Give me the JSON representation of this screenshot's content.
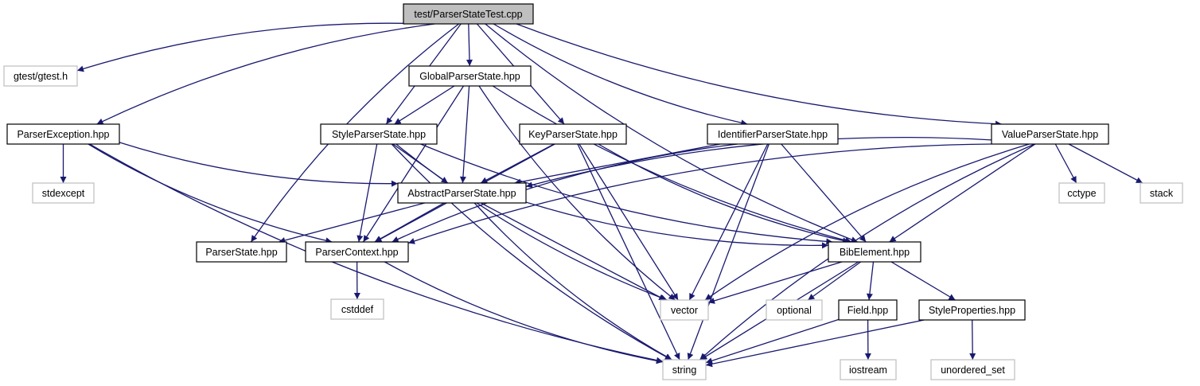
{
  "colors": {
    "edge": "#191970",
    "root_fill": "#bfbfbf",
    "local_border": "#000000",
    "system_border": "#bfbfbf",
    "system_text": "#404040"
  },
  "nodes": [
    {
      "id": "root",
      "label": "test/ParserStateTest.cpp",
      "kind": "root"
    },
    {
      "id": "gtest",
      "label": "gtest/gtest.h",
      "kind": "system"
    },
    {
      "id": "global",
      "label": "GlobalParserState.hpp",
      "kind": "local"
    },
    {
      "id": "pexc",
      "label": "ParserException.hpp",
      "kind": "local"
    },
    {
      "id": "style",
      "label": "StyleParserState.hpp",
      "kind": "local"
    },
    {
      "id": "key",
      "label": "KeyParserState.hpp",
      "kind": "local"
    },
    {
      "id": "ident",
      "label": "IdentifierParserState.hpp",
      "kind": "local"
    },
    {
      "id": "value",
      "label": "ValueParserState.hpp",
      "kind": "local"
    },
    {
      "id": "stdexcept",
      "label": "stdexcept",
      "kind": "system"
    },
    {
      "id": "abstract",
      "label": "AbstractParserState.hpp",
      "kind": "local"
    },
    {
      "id": "cctype",
      "label": "cctype",
      "kind": "system"
    },
    {
      "id": "stack",
      "label": "stack",
      "kind": "system"
    },
    {
      "id": "pstate",
      "label": "ParserState.hpp",
      "kind": "local"
    },
    {
      "id": "pctx",
      "label": "ParserContext.hpp",
      "kind": "local"
    },
    {
      "id": "bib",
      "label": "BibElement.hpp",
      "kind": "local"
    },
    {
      "id": "cstddef",
      "label": "cstddef",
      "kind": "system"
    },
    {
      "id": "vector",
      "label": "vector",
      "kind": "system"
    },
    {
      "id": "optional",
      "label": "optional",
      "kind": "system"
    },
    {
      "id": "field",
      "label": "Field.hpp",
      "kind": "local"
    },
    {
      "id": "styleprops",
      "label": "StyleProperties.hpp",
      "kind": "local"
    },
    {
      "id": "string",
      "label": "string",
      "kind": "system"
    },
    {
      "id": "iostream",
      "label": "iostream",
      "kind": "system"
    },
    {
      "id": "unordered_set",
      "label": "unordered_set",
      "kind": "system"
    }
  ],
  "edges": [
    [
      "root",
      "gtest"
    ],
    [
      "root",
      "pexc"
    ],
    [
      "root",
      "global"
    ],
    [
      "root",
      "style"
    ],
    [
      "root",
      "pstate"
    ],
    [
      "root",
      "key"
    ],
    [
      "root",
      "ident"
    ],
    [
      "root",
      "value"
    ],
    [
      "root",
      "bib"
    ],
    [
      "global",
      "style"
    ],
    [
      "global",
      "abstract"
    ],
    [
      "global",
      "pctx"
    ],
    [
      "global",
      "vector"
    ],
    [
      "global",
      "bib"
    ],
    [
      "pexc",
      "stdexcept"
    ],
    [
      "pexc",
      "abstract"
    ],
    [
      "pexc",
      "pctx"
    ],
    [
      "pexc",
      "string"
    ],
    [
      "style",
      "abstract"
    ],
    [
      "style",
      "pctx"
    ],
    [
      "style",
      "vector"
    ],
    [
      "style",
      "bib"
    ],
    [
      "style",
      "string"
    ],
    [
      "key",
      "abstract"
    ],
    [
      "key",
      "pctx"
    ],
    [
      "key",
      "vector"
    ],
    [
      "key",
      "bib"
    ],
    [
      "key",
      "string"
    ],
    [
      "ident",
      "abstract"
    ],
    [
      "ident",
      "pctx"
    ],
    [
      "ident",
      "vector"
    ],
    [
      "ident",
      "bib"
    ],
    [
      "ident",
      "string"
    ],
    [
      "value",
      "abstract"
    ],
    [
      "value",
      "pctx"
    ],
    [
      "value",
      "cctype"
    ],
    [
      "value",
      "stack"
    ],
    [
      "value",
      "vector"
    ],
    [
      "value",
      "bib"
    ],
    [
      "value",
      "string"
    ],
    [
      "abstract",
      "pstate"
    ],
    [
      "abstract",
      "pctx"
    ],
    [
      "abstract",
      "bib"
    ],
    [
      "abstract",
      "vector"
    ],
    [
      "abstract",
      "string"
    ],
    [
      "pctx",
      "cstddef"
    ],
    [
      "pctx",
      "string"
    ],
    [
      "bib",
      "vector"
    ],
    [
      "bib",
      "optional"
    ],
    [
      "bib",
      "field"
    ],
    [
      "bib",
      "styleprops"
    ],
    [
      "bib",
      "string"
    ],
    [
      "field",
      "string"
    ],
    [
      "field",
      "iostream"
    ],
    [
      "styleprops",
      "string"
    ],
    [
      "styleprops",
      "unordered_set"
    ]
  ]
}
